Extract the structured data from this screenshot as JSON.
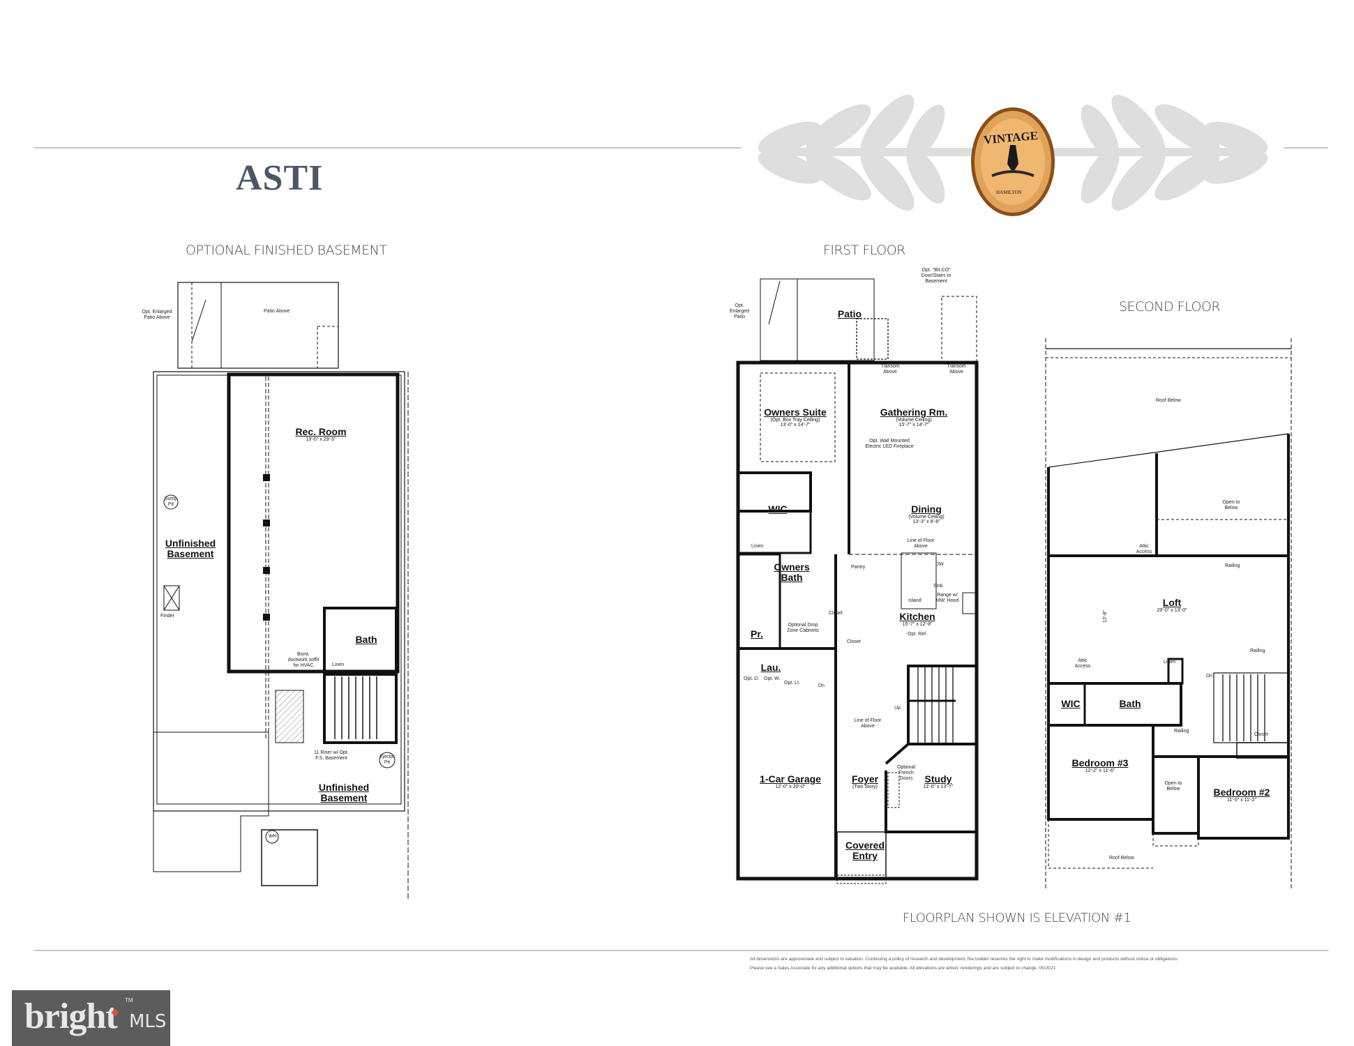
{
  "header": {
    "title": "ASTI",
    "logo": {
      "text_top": "VINTAGE",
      "text_bottom": "HAMILTON",
      "icon": "door-knocker-icon",
      "color": "#d9913f",
      "leaf_color": "#dcdcdc"
    }
  },
  "sections": {
    "basement": "OPTIONAL FINISHED BASEMENT",
    "first_floor": "FIRST FLOOR",
    "second_floor": "SECOND FLOOR"
  },
  "basement": {
    "rooms": [
      {
        "name": "Rec. Room",
        "dim": "19'-0\" x 29'-5\""
      },
      {
        "name": "Unfinished Basement",
        "dim": ""
      },
      {
        "name": "Bath",
        "dim": ""
      },
      {
        "name": "Unfinished Basement",
        "dim": ""
      }
    ],
    "notes": {
      "patio_above": "Patio Above",
      "enlarged_patio": "Opt. Enlarged Patio Above",
      "sump": "Sump Pit",
      "linen": "Linen",
      "finder": "Finder",
      "soffit": "Bsmt. ductwork soffit for HVAC",
      "riser": "11 Riser w/ Opt. F.S. Basement",
      "ejector": "Ejector Pit",
      "wh": "WH"
    }
  },
  "first_floor": {
    "rooms": [
      {
        "name": "Patio",
        "sub": "",
        "dim": ""
      },
      {
        "name": "Owners Suite",
        "sub": "(Opt. Box Tray Ceiling)",
        "dim": "13'-0\" x 14'-7\""
      },
      {
        "name": "Gathering Rm.",
        "sub": "(Volume Ceiling)",
        "dim": "15'-7\" x 14'-7\""
      },
      {
        "name": "WIC",
        "sub": "",
        "dim": ""
      },
      {
        "name": "Dining",
        "sub": "(Volume Ceiling)",
        "dim": "13'-3\" x 8'-8\""
      },
      {
        "name": "Owners Bath",
        "sub": "",
        "dim": ""
      },
      {
        "name": "Kitchen",
        "sub": "",
        "dim": "15'-7\" x 12'-8\""
      },
      {
        "name": "Pr.",
        "sub": "",
        "dim": ""
      },
      {
        "name": "Lau.",
        "sub": "",
        "dim": ""
      },
      {
        "name": "1-Car Garage",
        "sub": "",
        "dim": "12'-0\" x 20'-0\""
      },
      {
        "name": "Foyer",
        "sub": "(Two Story)",
        "dim": ""
      },
      {
        "name": "Study",
        "sub": "",
        "dim": "11'-0\" x 13'-7\""
      },
      {
        "name": "Covered Entry",
        "sub": "",
        "dim": ""
      }
    ],
    "notes": {
      "enlarged_patio": "Opt. Enlarged Patio",
      "bilco": "Opt. \"BILCO\" Door/Stairs to Basement",
      "transom1": "Transom Above",
      "transom2": "Transom Above",
      "fireplace": "Opt. Wall Mounted Electric LED Fireplace",
      "line_floor_above": "Line of Floor Above",
      "line_floor_above2": "Line of Floor Above",
      "linen": "Linen",
      "pantry": "Pantry",
      "dw": "DW",
      "sink": "Sink",
      "island": "Island",
      "range": "Range w/ MW. Hood",
      "closet1": "Closet",
      "closet2": "Closet",
      "drop_zone": "Optional Drop Zone Cabinets",
      "opt_ref": "Opt. Ref.",
      "opt_d": "Opt. D.",
      "opt_w": "Opt. W.",
      "opt_lt": "Opt. Lt.",
      "dn": "Dn",
      "up": "Up",
      "french_doors": "Optional French Doors"
    }
  },
  "second_floor": {
    "rooms": [
      {
        "name": "Loft",
        "dim": "29'-0\" x 13'-0\""
      },
      {
        "name": "WIC",
        "dim": ""
      },
      {
        "name": "Bath",
        "dim": ""
      },
      {
        "name": "Bedroom #3",
        "dim": "12'-2\" x 11'-6\""
      },
      {
        "name": "Bedroom #2",
        "dim": "11'-0\" x 11'-2\""
      }
    ],
    "notes": {
      "roof_below_top": "Roof Below",
      "open_below_top": "Open to Below",
      "attic_access1": "Attic Access",
      "attic_access2": "Attic Access",
      "railing1": "Railing",
      "railing2": "Railing",
      "railing3": "Railing",
      "linen": "Linen",
      "closet": "Closet",
      "open_below_mid": "Open to Below",
      "roof_below_bottom": "Roof Below",
      "dn": "Dn",
      "dim_vertical": "13'-8\""
    }
  },
  "footer": {
    "elevation_note": "FLOORPLAN SHOWN IS ELEVATION #1",
    "disclaimer_line1": "All dimensions are approximate and subject to variation. Continuing a policy of research and development, the builder reserves the right to make modifications in design and products without notice or obligations.",
    "disclaimer_line2": "Please see a Sales Associate for any additional options that may be available. All elevations are artists' renderings and are subject to change. 05/2021",
    "watermark_word": "bright",
    "watermark_suffix": "MLS",
    "watermark_tm": "TM",
    "watermark_accent": "#e2512f"
  }
}
